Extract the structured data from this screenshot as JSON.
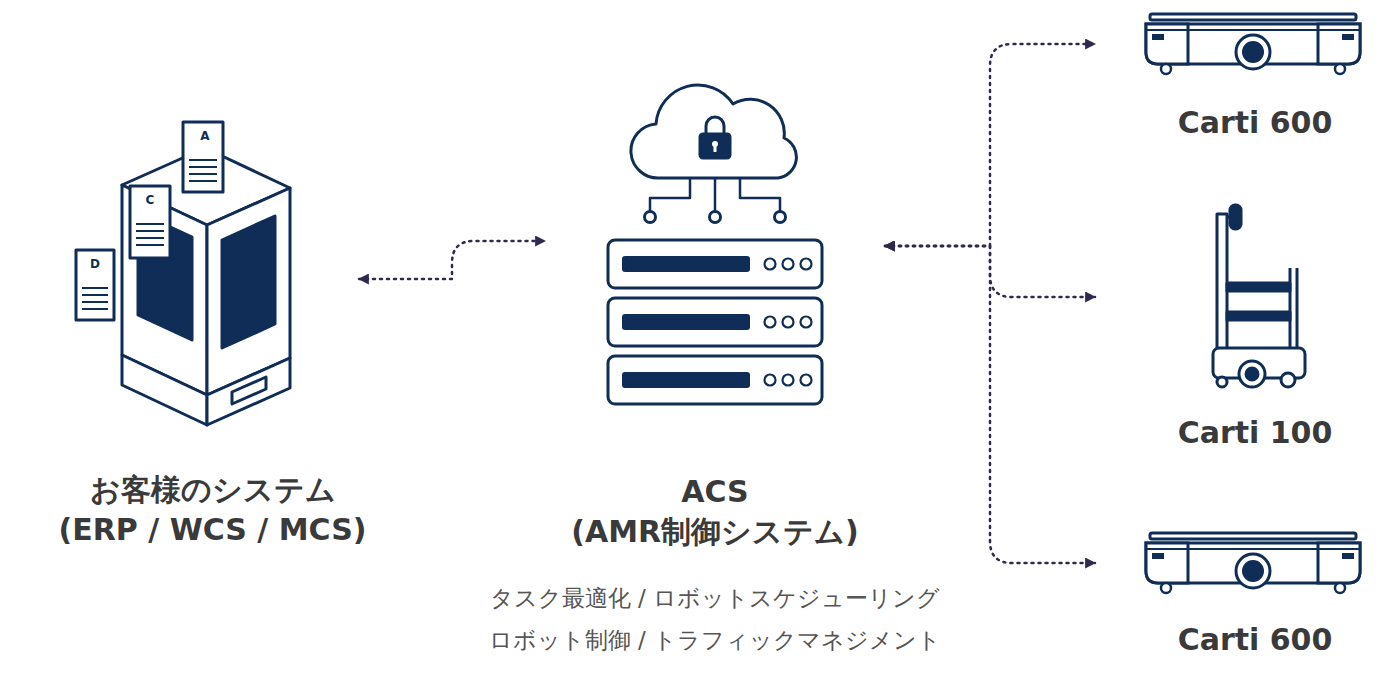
{
  "diagram": {
    "nodes": [
      {
        "text": [
          "お客様のシステム",
          "(ERP / WCS / MCS)"
        ]
      },
      {
        "text": [
          "ACS",
          "(AMR制御システム)",
          "タスク最適化 / ロボットスケジューリング",
          "ロボット制御 / トラフィックマネジメント"
        ]
      },
      {
        "text": [
          "Carti 600"
        ]
      },
      {
        "text": [
          "Carti 100"
        ]
      },
      {
        "text": [
          "Carti 600"
        ]
      }
    ],
    "edges": [
      {
        "from": 0,
        "to": 1,
        "arrow": "both"
      },
      {
        "from": 1,
        "to": 2,
        "arrow": "both"
      },
      {
        "from": 1,
        "to": 3,
        "arrow": "both"
      },
      {
        "from": 1,
        "to": 4,
        "arrow": "both"
      }
    ],
    "labels": [
      "A",
      "C",
      "D"
    ]
  }
}
